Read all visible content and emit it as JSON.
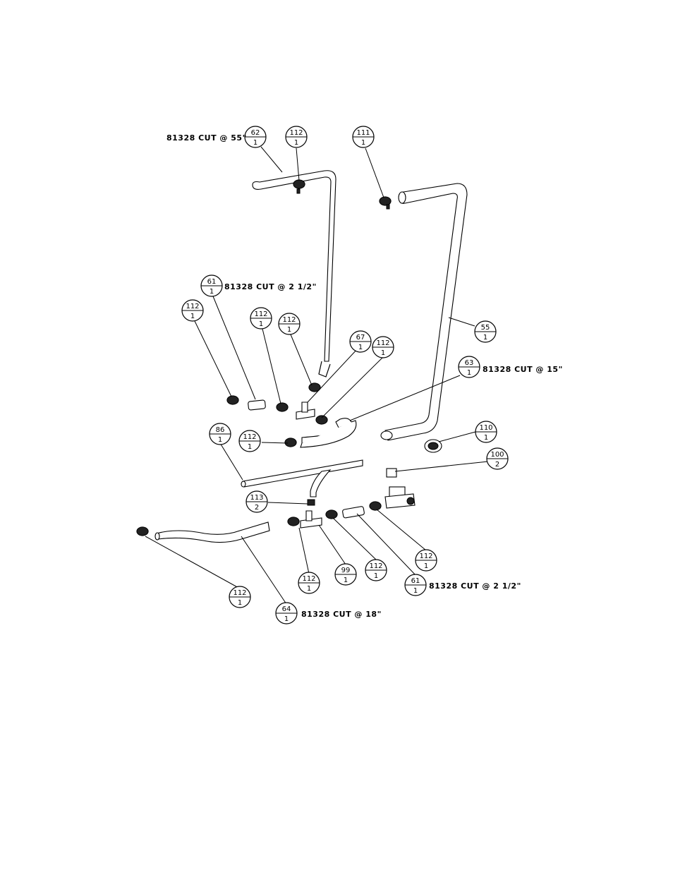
{
  "colors": {
    "ink": "#000000",
    "paper": "#ffffff"
  },
  "balloons": [
    {
      "id": "b62",
      "item": "62",
      "qty": "1"
    },
    {
      "id": "b112a",
      "item": "112",
      "qty": "1"
    },
    {
      "id": "b111",
      "item": "111",
      "qty": "1"
    },
    {
      "id": "b61a",
      "item": "61",
      "qty": "1"
    },
    {
      "id": "b112b",
      "item": "112",
      "qty": "1"
    },
    {
      "id": "b112c",
      "item": "112",
      "qty": "1"
    },
    {
      "id": "b112d",
      "item": "112",
      "qty": "1"
    },
    {
      "id": "b67",
      "item": "67",
      "qty": "1"
    },
    {
      "id": "b112e",
      "item": "112",
      "qty": "1"
    },
    {
      "id": "b55",
      "item": "55",
      "qty": "1"
    },
    {
      "id": "b63",
      "item": "63",
      "qty": "1"
    },
    {
      "id": "b86",
      "item": "86",
      "qty": "1"
    },
    {
      "id": "b112f",
      "item": "112",
      "qty": "1"
    },
    {
      "id": "b110",
      "item": "110",
      "qty": "1"
    },
    {
      "id": "b100",
      "item": "100",
      "qty": "2"
    },
    {
      "id": "b113",
      "item": "113",
      "qty": "2"
    },
    {
      "id": "b112g",
      "item": "112",
      "qty": "1"
    },
    {
      "id": "b112h",
      "item": "112",
      "qty": "1"
    },
    {
      "id": "b99",
      "item": "99",
      "qty": "1"
    },
    {
      "id": "b112i",
      "item": "112",
      "qty": "1"
    },
    {
      "id": "b61b",
      "item": "61",
      "qty": "1"
    },
    {
      "id": "b112j",
      "item": "112",
      "qty": "1"
    },
    {
      "id": "b64",
      "item": "64",
      "qty": "1"
    }
  ],
  "notes": {
    "n62": "81328 CUT @ 55\"",
    "n61a": "81328 CUT @ 2 1/2\"",
    "n63": "81328 CUT @ 15\"",
    "n61b": "81328 CUT @ 2 1/2\"",
    "n64": "81328 CUT @ 18\""
  }
}
